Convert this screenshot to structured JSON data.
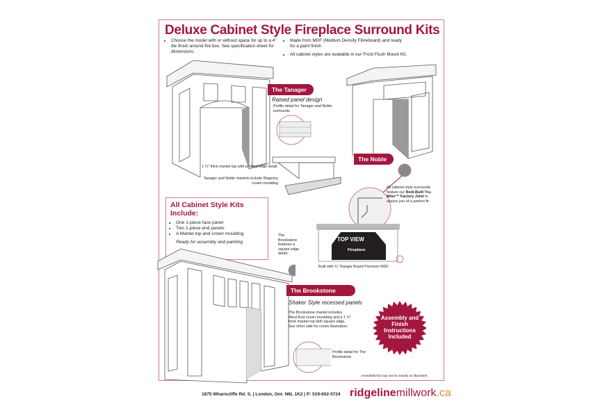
{
  "title": "Deluxe Cabinet Style Fireplace Surround Kits",
  "bullets_left": [
    "Choose the model with or without space for up to a 4\" tile finish around fire box. See specification sheet for dimensions."
  ],
  "bullets_right": [
    "Made from MDF (Medium Density Fibreboard) and ready for a paint finish",
    "All cabinet styles are available in our Front Flush Mount Kit."
  ],
  "tanager": {
    "name": "The Tanager",
    "subtitle": "Raised panel design",
    "profile_note": "Profile detail for Tanager and Noble surrounds",
    "mantel_note": "1 ¼\" thick mantel top with profiled edge detail.",
    "crown_note": "Tanager and Noble mantels include Regency crown moulding"
  },
  "noble": {
    "name": "The Noble",
    "joint_note_pre": "All cabinet-style surrounds feature our ",
    "joint_note_bold": "Redi-Built Tru-Miter™ Factory Joint",
    "joint_note_post": " to assure you of a perfect fit."
  },
  "top_view": {
    "label": "TOP VIEW",
    "fireplace": "Fireplace",
    "caption": "Built with ¾\" Ranger Board Premium MDF"
  },
  "includes": {
    "heading": "All Cabinet Style Kits Include:",
    "items": [
      "One 1-piece face panel",
      "Two 1-piece end panels",
      "A Mantel top and crown moulding"
    ],
    "note": "Ready for assembly and painting"
  },
  "brookstone": {
    "name": "The Brookstone",
    "edge_note": "The Brookstone features a square edge detail.",
    "subtitle": "Shaker Style recessed panels",
    "description": "The Brookstone mantel includes West End crown moulding and a 1 ¾\" thick mantel top with square edge. See other side for crown illustration.",
    "profile_note": "Profile detail for The Brookstone"
  },
  "badge": "Assembly and Finish Instructions Included",
  "disclaimer": "Assembled kit may not be exactly as illustrated",
  "footer": {
    "address": "1875 Wharncliffe Rd. S. | London, Ont. N6L 1K2 | P: 519-652-5724",
    "logo_bold": "ridgeline",
    "logo_light": "millwork",
    "logo_tld": ".ca"
  },
  "colors": {
    "accent": "#a3173f",
    "border": "#c9789a"
  }
}
